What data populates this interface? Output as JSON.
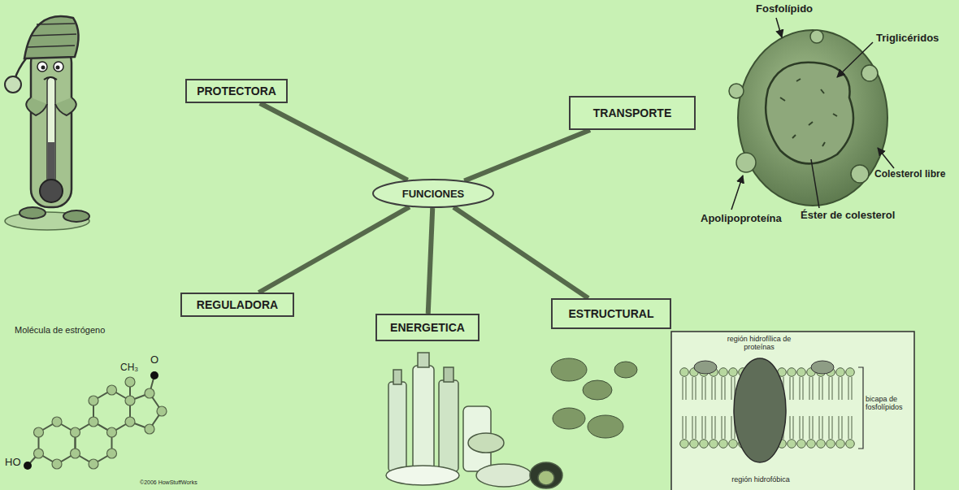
{
  "diagram": {
    "nodes": [
      {
        "text": [
          "PROTECTORA"
        ]
      },
      {
        "text": [
          "TRANSPORTE"
        ]
      },
      {
        "text": [
          "FUNCIONES"
        ]
      },
      {
        "text": [
          "REGULADORA"
        ]
      },
      {
        "text": [
          "ESTRUCTURAL"
        ]
      },
      {
        "text": [
          "ENERGETICA"
        ]
      }
    ],
    "edges": [
      {
        "from": 2,
        "to": 0,
        "arrow": "none"
      },
      {
        "from": 2,
        "to": 1,
        "arrow": "none"
      },
      {
        "from": 2,
        "to": 3,
        "arrow": "none"
      },
      {
        "from": 2,
        "to": 4,
        "arrow": "none"
      },
      {
        "from": 2,
        "to": 5,
        "arrow": "none"
      }
    ],
    "labels": [
      "Fosfolípido",
      "Triglicéridos",
      "Colesterol libre",
      "Apolipoproteína",
      "Éster de colesterol",
      "Molécula de estrógeno",
      "CH₃",
      "O",
      "HO",
      "©2006 HowStuffWorks",
      "región hidrofílica de proteínas",
      "bicapa de fosfolípidos",
      "región hidrofóbica"
    ]
  }
}
